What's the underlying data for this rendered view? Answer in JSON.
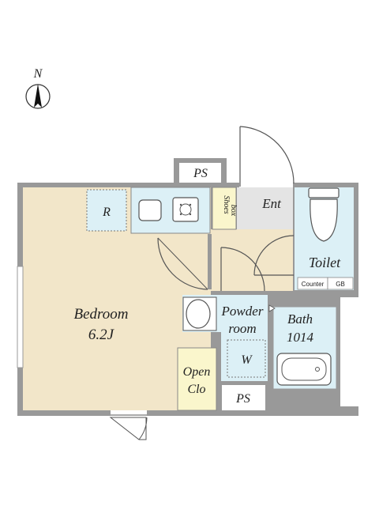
{
  "compass": {
    "label": "N"
  },
  "rooms": {
    "bedroom": {
      "name": "Bedroom",
      "size": "6.2J"
    },
    "refrigerator": {
      "label": "R"
    },
    "entrance": {
      "label": "Ent"
    },
    "shoes_box": {
      "line1": "Shoes",
      "line2": "box"
    },
    "toilet": {
      "label": "Toilet"
    },
    "counter": {
      "label": "Counter"
    },
    "grab_bar": {
      "label": "GB"
    },
    "powder_room": {
      "line1": "Powder",
      "line2": "room"
    },
    "washer": {
      "label": "W"
    },
    "bath": {
      "line1": "Bath",
      "line2": "1014"
    },
    "open_closet": {
      "line1": "Open",
      "line2": "Clo"
    },
    "pipe_space_top": {
      "label": "PS"
    },
    "pipe_space_bottom": {
      "label": "PS"
    }
  },
  "colors": {
    "wall": "#999999",
    "bedroom_floor": "#f2e6c9",
    "wet_area": "#dcf0f6",
    "entrance_floor": "#e4e4e4",
    "closet": "#faf6cc"
  }
}
